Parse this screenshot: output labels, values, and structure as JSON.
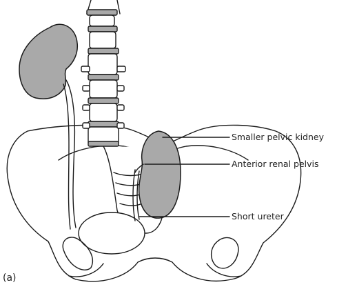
{
  "figure": {
    "panel_label": "(a)",
    "kidney_color": "#a9a9a9",
    "labels": [
      {
        "id": "smaller-pelvic-kidney",
        "text": "Smaller pelvic kidney"
      },
      {
        "id": "anterior-renal-pelvis",
        "text": "Anterior renal pelvis"
      },
      {
        "id": "short-ureter",
        "text": "Short ureter"
      }
    ]
  }
}
